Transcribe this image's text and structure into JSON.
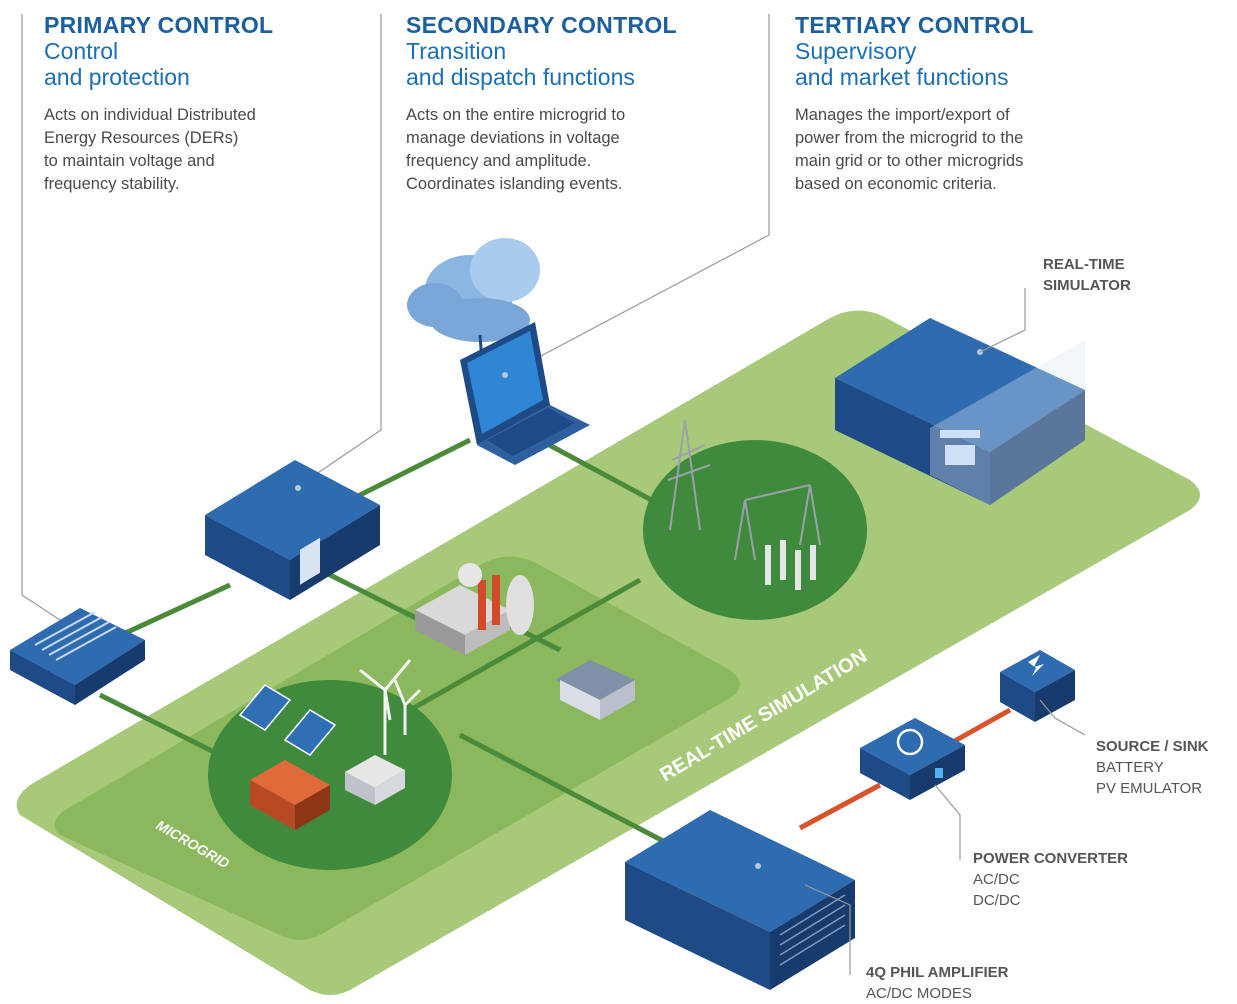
{
  "primary": {
    "title": "PRIMARY CONTROL",
    "sub1": "Control",
    "sub2": "and protection",
    "desc": [
      "Acts on individual Distributed",
      "Energy Resources (DERs)",
      "to maintain voltage and",
      "frequency stability."
    ]
  },
  "secondary": {
    "title": "SECONDARY CONTROL",
    "sub1": "Transition",
    "sub2": "and dispatch functions",
    "desc": [
      "Acts on the entire microgrid to",
      "manage deviations in voltage",
      "frequency and amplitude.",
      "Coordinates islanding events."
    ]
  },
  "tertiary": {
    "title": "TERTIARY CONTROL",
    "sub1": "Supervisory",
    "sub2": "and market functions",
    "desc": [
      "Manages the import/export of",
      "power from the microgrid to the",
      "main grid or to other microgrids",
      "based on economic criteria."
    ]
  },
  "labels": {
    "simulator": [
      "REAL-TIME",
      "SIMULATOR"
    ],
    "source_title": "SOURCE / SINK",
    "source_lines": [
      "BATTERY",
      "PV EMULATOR"
    ],
    "converter_title": "POWER CONVERTER",
    "converter_lines": [
      "AC/DC",
      "DC/DC"
    ],
    "amp_title": "4Q PHIL AMPLIFIER",
    "amp_lines": [
      "AC/DC MODES"
    ]
  },
  "zones": {
    "realtime": "REAL-TIME SIMULATION",
    "microgrid": "MICROGRID"
  },
  "colors": {
    "heading": "#1c5f9f",
    "device_blue": "#1e4a86",
    "plane_light": "#a8c97a",
    "plane_mid": "#8bb85c",
    "circle_green": "#3f8a3c",
    "power_line": "#d9532a"
  }
}
